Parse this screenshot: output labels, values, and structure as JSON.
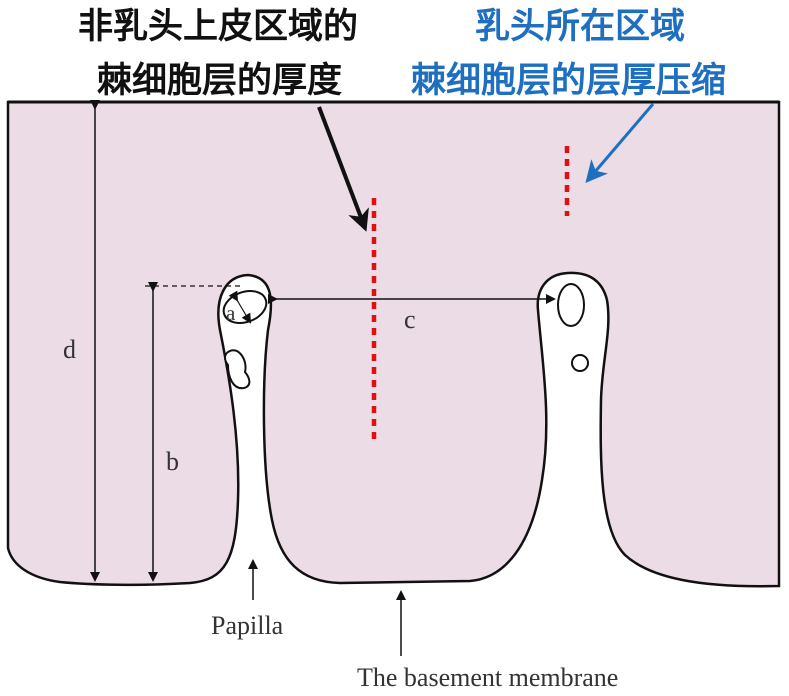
{
  "annotations": {
    "left_title_line1": "非乳头上皮区域的",
    "left_title_line2": "棘细胞层的厚度",
    "right_title_line1": "乳头所在区域",
    "right_title_line2": "棘细胞层的层厚压缩"
  },
  "labels": {
    "a": "a",
    "b": "b",
    "c": "c",
    "d": "d",
    "papilla": "Papilla",
    "basement_membrane": "The basement membrane"
  },
  "colors": {
    "epidermis_fill": "#ecdce5",
    "outline": "#111111",
    "left_title": "#111111",
    "right_title": "#1f6fc1",
    "dotted_marker": "#e01010",
    "blue_arrow": "#1f6fc1"
  }
}
